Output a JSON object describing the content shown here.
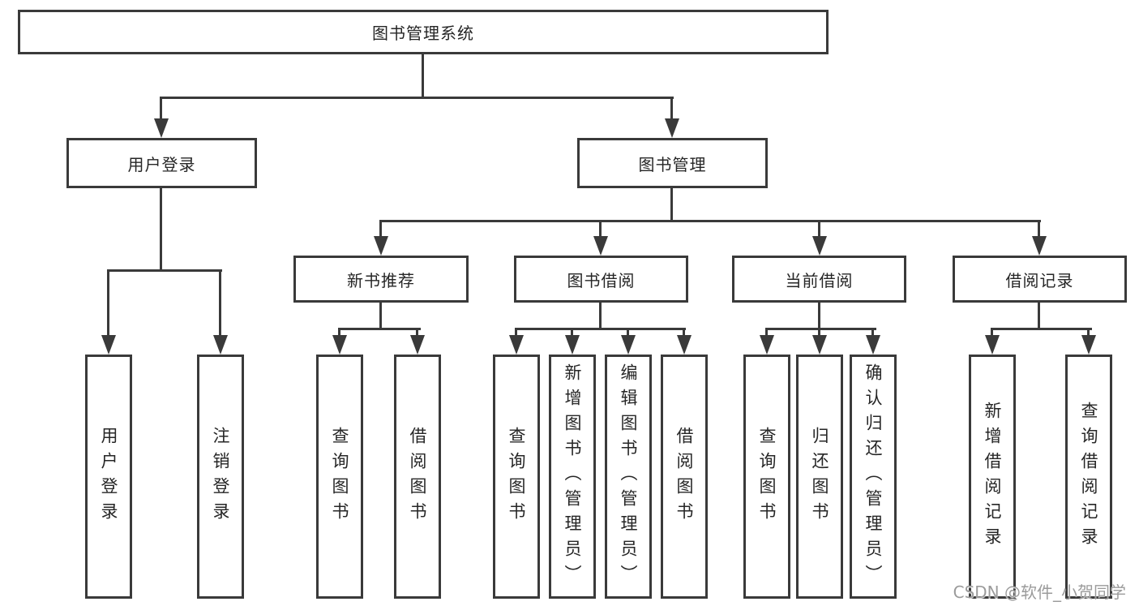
{
  "diagram": {
    "type": "hierarchy-tree",
    "root": {
      "label": "图书管理系统",
      "children": [
        {
          "label": "用户登录",
          "children": [
            {
              "label": "用户登录"
            },
            {
              "label": "注销登录"
            }
          ]
        },
        {
          "label": "图书管理",
          "children": [
            {
              "label": "新书推荐",
              "children": [
                {
                  "label": "查询图书"
                },
                {
                  "label": "借阅图书"
                }
              ]
            },
            {
              "label": "图书借阅",
              "children": [
                {
                  "label": "查询图书"
                },
                {
                  "label": "新增图书（管理员）"
                },
                {
                  "label": "编辑图书（管理员）"
                },
                {
                  "label": "借阅图书"
                }
              ]
            },
            {
              "label": "当前借阅",
              "children": [
                {
                  "label": "查询图书"
                },
                {
                  "label": "归还图书"
                },
                {
                  "label": "确认归还（管理员）"
                }
              ]
            },
            {
              "label": "借阅记录",
              "children": [
                {
                  "label": "新增借阅记录"
                },
                {
                  "label": "查询借阅记录"
                }
              ]
            }
          ]
        }
      ]
    }
  },
  "colors": {
    "line": "#3a3a3a",
    "border": "#3a3a3a",
    "background": "#ffffff",
    "text": "#262626",
    "watermark": "#9b9b9b"
  },
  "watermark": {
    "text": "CSDN @软件_小贺同学"
  }
}
